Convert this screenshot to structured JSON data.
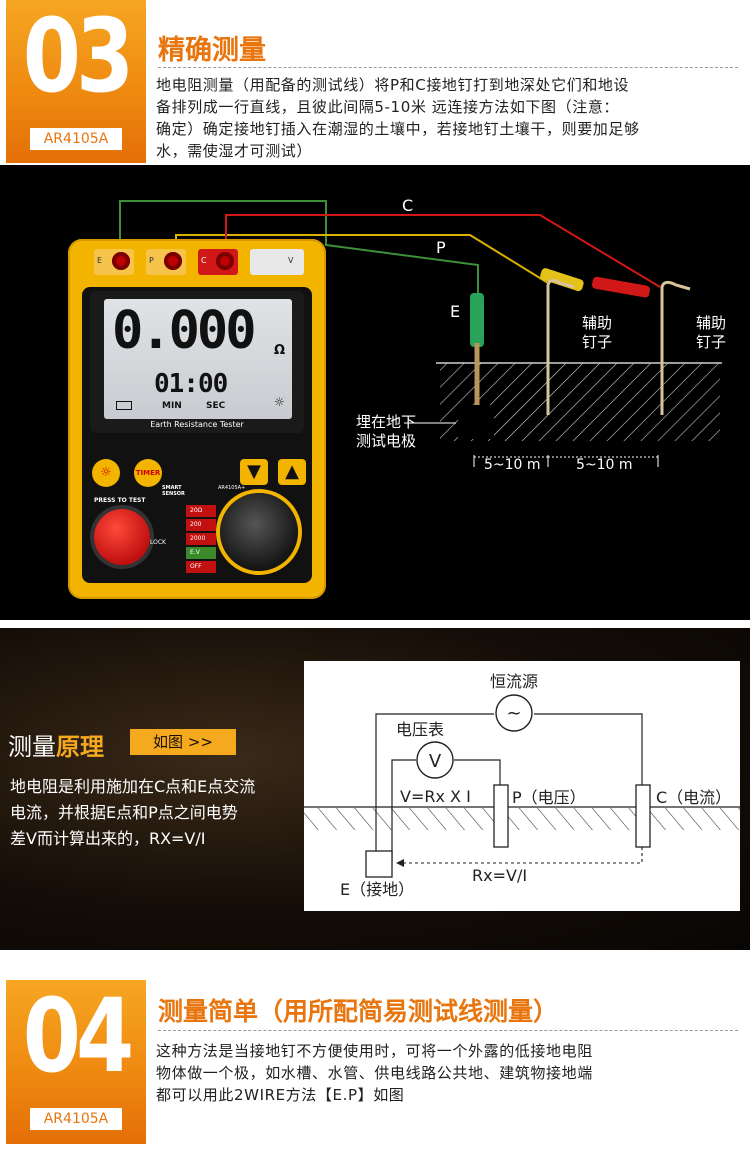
{
  "section03": {
    "number": "03",
    "model": "AR4105A",
    "title": "精确测量",
    "desc_lines": [
      "地电阻测量（用配备的测试线）将P和C接地钉打到地深处它们和地设",
      "备排列成一行直线，且彼此间隔5-10米 远连接方法如下图（注意：",
      "确定）确定接地钉插入在潮湿的土壤中，若接地钉土壤干，则要加足够",
      "水，需使湿才可测试）"
    ]
  },
  "photo": {
    "wire_labels": {
      "c": "C",
      "p": "P",
      "e": "E"
    },
    "stake_label_1": [
      "辅助",
      "钉子"
    ],
    "stake_label_2": [
      "辅助",
      "钉子"
    ],
    "buried_label": [
      "埋在地下",
      "测试电极"
    ],
    "distance_1": "5~10 m",
    "distance_2": "5~10 m",
    "meter": {
      "reading": "0.000",
      "unit": "Ω",
      "time": "01:00",
      "min": "MIN",
      "sec": "SEC",
      "tester_label": "Earth Resistance Tester",
      "jacks": [
        "E",
        "P",
        "C",
        "V"
      ],
      "press": "PRESS TO TEST",
      "lock": "LOCK",
      "timer": "TIMER",
      "brand": [
        "SMART",
        "SENSOR"
      ],
      "model": "AR4105A+",
      "ranges": [
        "20Ω",
        "200",
        "2000",
        "E.V",
        "OFF"
      ]
    }
  },
  "principle": {
    "heading_a": "测量",
    "heading_b": "原理",
    "button": "如图 >>",
    "text_lines": [
      "地电阻是利用施加在C点和E点交流",
      "电流，并根据E点和P点之间电势",
      "差V而计算出来的，RX=V/I"
    ],
    "diagram": {
      "source": "恒流源",
      "source_symbol": "~",
      "voltmeter": "电压表",
      "voltmeter_symbol": "V",
      "formula": "V=Rx X I",
      "p_label": "P（电压）",
      "c_label": "C（电流）",
      "e_label": "E（接地）",
      "rx": "Rx=V/I"
    }
  },
  "section04": {
    "number": "04",
    "model": "AR4105A",
    "title": "测量简单（用所配简易测试线测量）",
    "desc_lines": [
      "这种方法是当接地钉不方便使用时，可将一个外露的低接地电阻",
      "物体做一个极，如水槽、水管、供电线路公共地、建筑物接地端",
      "都可以用此2WIRE方法【E.P】如图"
    ]
  },
  "colors": {
    "accent_orange": "#e8750e",
    "badge_orange": "#f6a623",
    "meter_yellow": "#f3b400",
    "wire_green": "#3d8f3a",
    "wire_yellow": "#d8b400",
    "wire_red": "#d01818"
  }
}
